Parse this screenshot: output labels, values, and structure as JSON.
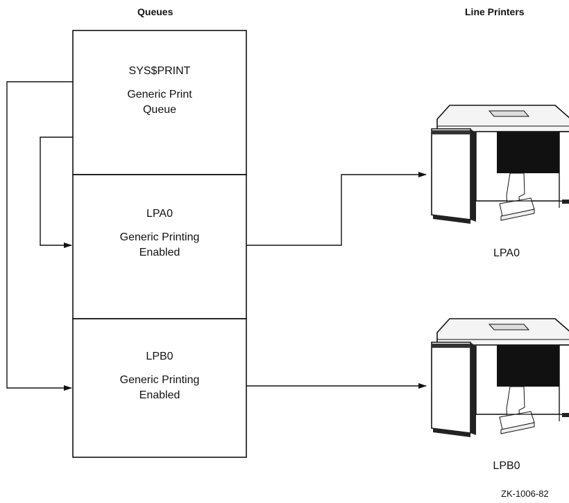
{
  "headers": {
    "queues": "Queues",
    "line_printers": "Line Printers"
  },
  "queues": [
    {
      "name": "SYS$PRINT",
      "line1": "Generic Print",
      "line2": "Queue"
    },
    {
      "name": "LPA0",
      "line1": "Generic Printing",
      "line2": "Enabled"
    },
    {
      "name": "LPB0",
      "line1": "Generic Printing",
      "line2": "Enabled"
    }
  ],
  "printers": [
    {
      "label": "LPA0"
    },
    {
      "label": "LPB0"
    }
  ],
  "figure_id": "ZK-1006-82"
}
